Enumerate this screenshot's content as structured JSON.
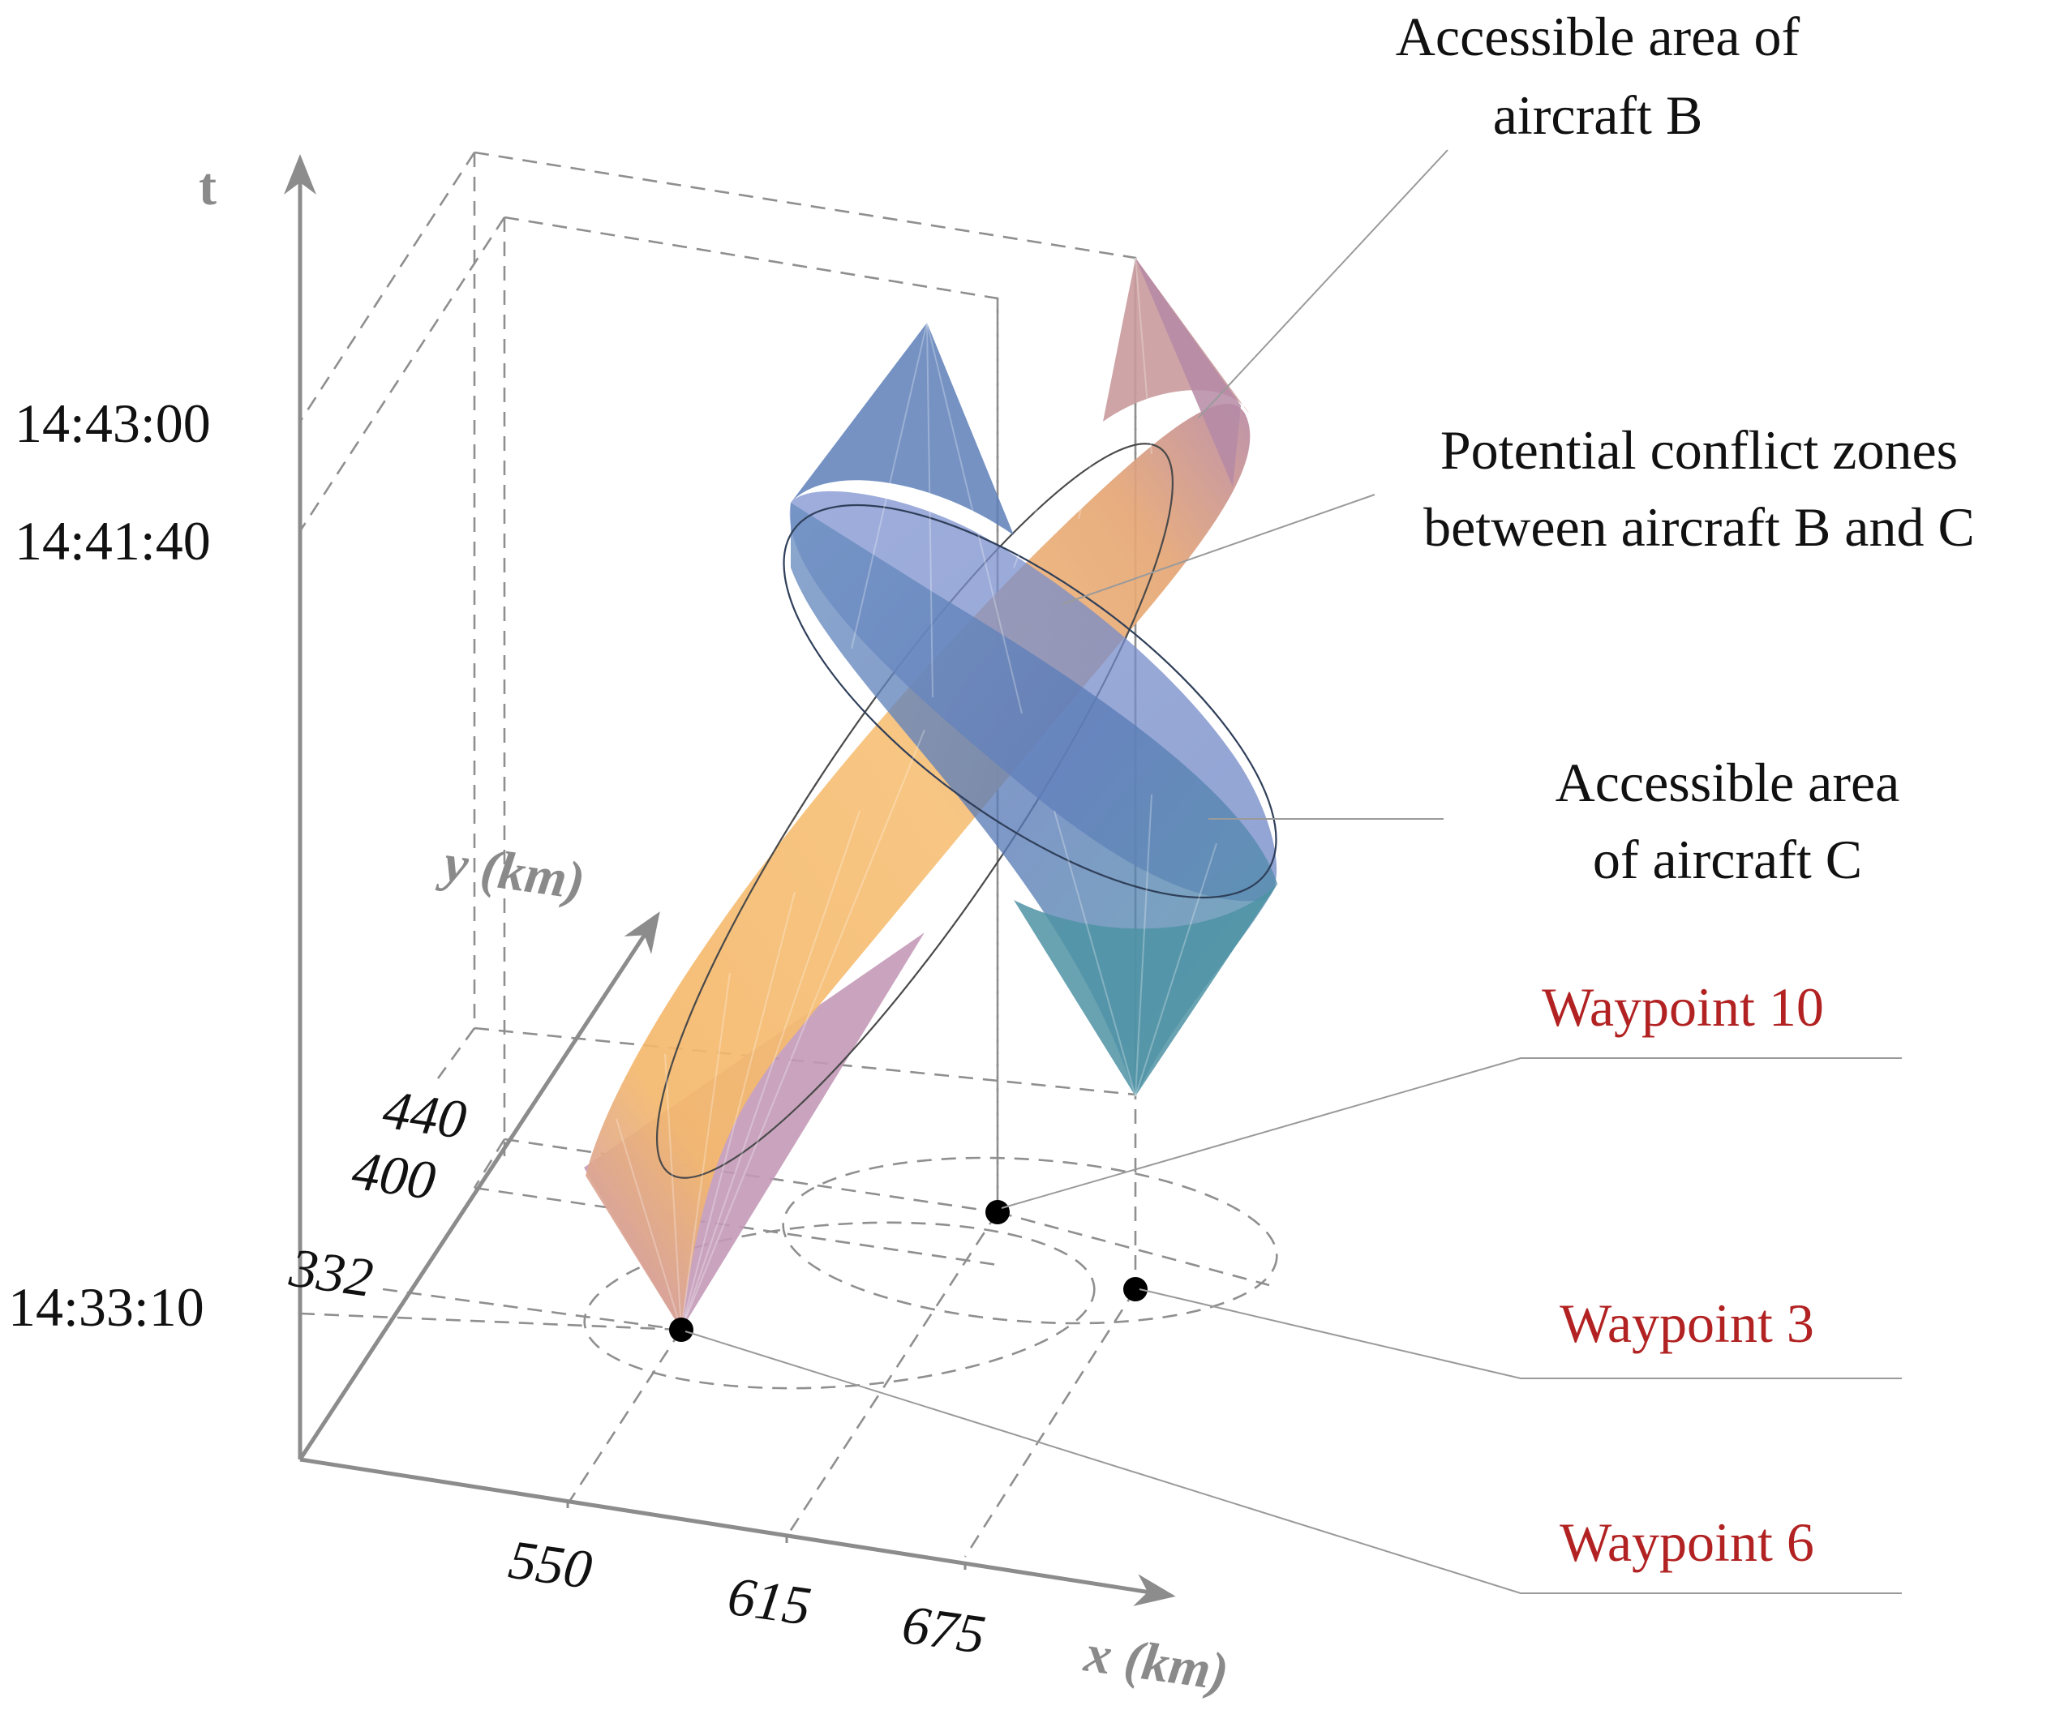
{
  "axes": {
    "t_label": "t",
    "y_label": "y (km)",
    "x_label": "x (km)",
    "t_ticks": [
      "14:43:00",
      "14:41:40",
      "14:33:10"
    ],
    "y_ticks": [
      "440",
      "400",
      "332"
    ],
    "x_ticks": [
      "550",
      "615",
      "675"
    ]
  },
  "annotations": {
    "area_b_line1": "Accessible area of",
    "area_b_line2": "aircraft B",
    "conflict_line1": "Potential conflict zones",
    "conflict_line2": "between aircraft B and C",
    "area_c_line1": "Accessible area",
    "area_c_line2": "of aircraft C"
  },
  "waypoints": {
    "wp10": "Waypoint 10",
    "wp3": "Waypoint 3",
    "wp6": "Waypoint 6"
  },
  "colors": {
    "aircraft_b": "#f2b463",
    "aircraft_c": "#5d7fb8",
    "waypoint_label": "#b22222",
    "axis": "#8c8c8c"
  }
}
